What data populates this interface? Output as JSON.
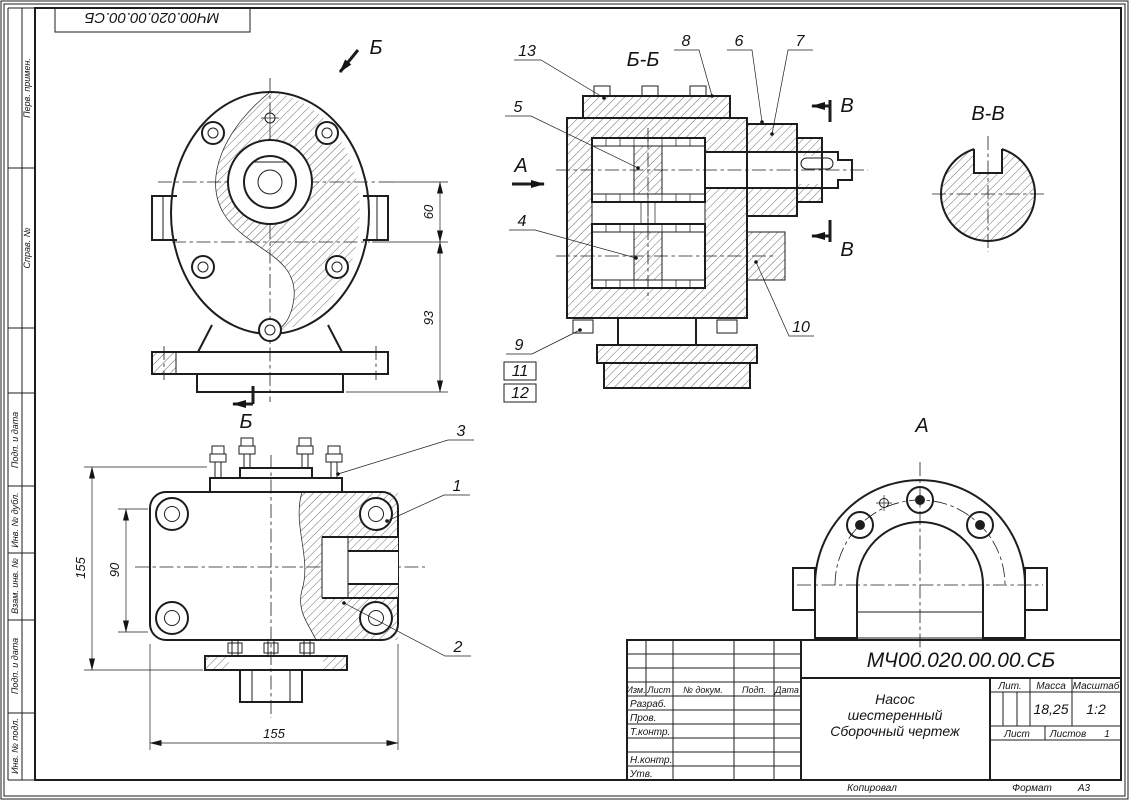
{
  "doc": {
    "number": "МЧ00.020.00.00.СБ",
    "name_line1": "Насос",
    "name_line2": "шестеренный",
    "name_line3": "Сборочный чертеж",
    "mass": "18,25",
    "scale": "1:2",
    "sheets_count": "1",
    "format": "А3"
  },
  "sidebar": {
    "items": [
      "Перв. примен.",
      "Справ. №",
      "Подп. и дата",
      "Инв. № дубл.",
      "Взам. инв. №",
      "Подп. и дата",
      "Инв. № подл."
    ]
  },
  "title_block": {
    "header_cols": [
      "Изм.",
      "Лист",
      "№ докум.",
      "Подп.",
      "Дата"
    ],
    "roles": [
      "Разраб.",
      "Пров.",
      "Т.контр.",
      "Н.контр.",
      "Утв."
    ],
    "lit_label": "Лит.",
    "mass_label": "Масса",
    "scale_label": "Масштаб",
    "sheet_label": "Лист",
    "sheets_label": "Листов",
    "kopiroval_label": "Копировал",
    "format_label": "Формат"
  },
  "views": {
    "front": {
      "letter": "Б",
      "dim_60": "60",
      "dim_93": "93"
    },
    "section_bb": {
      "title": "Б-Б",
      "letter_a": "А",
      "letter_v": "В"
    },
    "section_vv": {
      "title": "В-В"
    },
    "side": {
      "dim_155_left": "155",
      "dim_90": "90",
      "dim_155_bottom": "155"
    },
    "view_a": {
      "title": "А"
    }
  },
  "callouts": {
    "c1": "1",
    "c2": "2",
    "c3": "3",
    "c4": "4",
    "c5": "5",
    "c6": "6",
    "c7": "7",
    "c8": "8",
    "c9": "9",
    "c10": "10",
    "c11": "11",
    "c12": "12",
    "c13": "13"
  }
}
